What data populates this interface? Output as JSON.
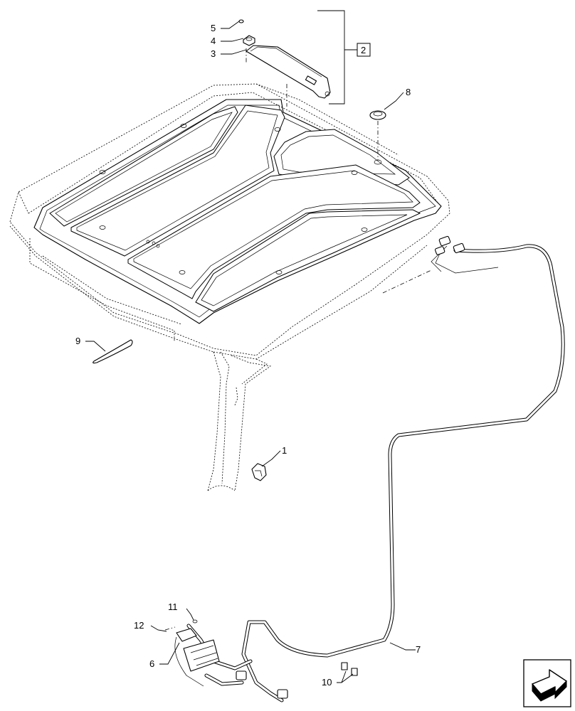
{
  "callouts": {
    "c1": "1",
    "c2": "2",
    "c3": "3",
    "c4": "4",
    "c5": "5",
    "c6": "6",
    "c7": "7",
    "c8": "8",
    "c9": "9",
    "c10": "10",
    "c11": "11",
    "c12": "12"
  },
  "icons": {
    "nav": "arrow-next-icon"
  }
}
